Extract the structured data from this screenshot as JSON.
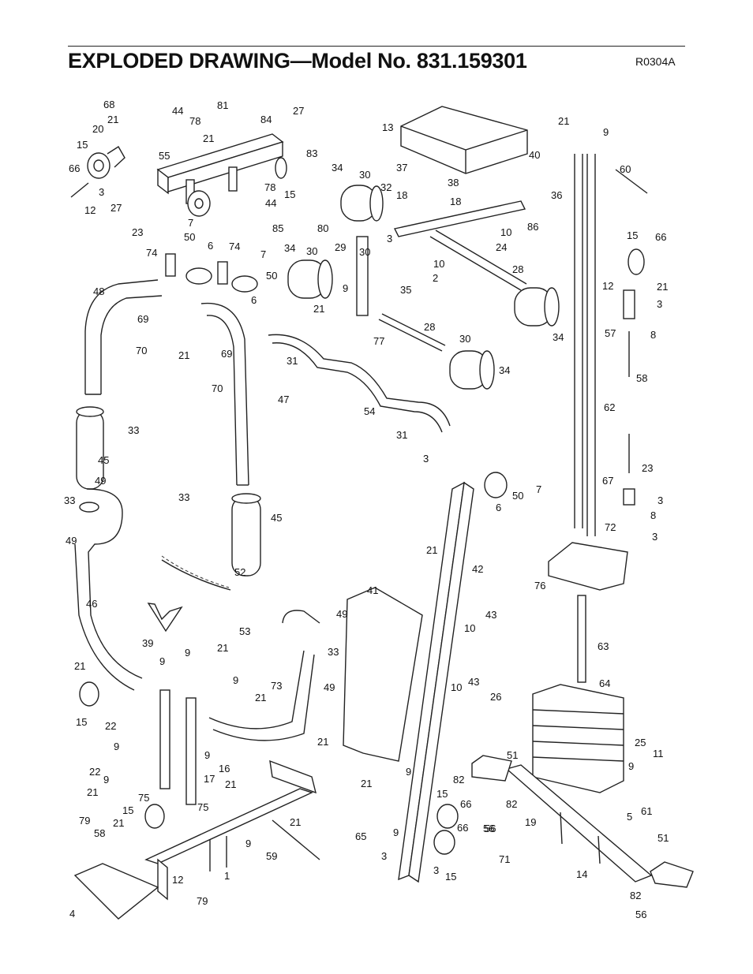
{
  "header": {
    "title": "EXPLODED DRAWING—Model No. 831.159301",
    "code": "R0304A"
  },
  "callouts": [
    "68",
    "21",
    "20",
    "15",
    "66",
    "3",
    "12",
    "27",
    "23",
    "55",
    "44",
    "78",
    "21",
    "81",
    "84",
    "27",
    "83",
    "34",
    "78",
    "15",
    "44",
    "85",
    "7",
    "50",
    "74",
    "6",
    "74",
    "7",
    "50",
    "6",
    "34",
    "30",
    "48",
    "69",
    "70",
    "21",
    "69",
    "70",
    "47",
    "13",
    "37",
    "38",
    "40",
    "18",
    "18",
    "32",
    "30",
    "80",
    "3",
    "29",
    "10",
    "24",
    "36",
    "86",
    "10",
    "2",
    "28",
    "30",
    "35",
    "9",
    "21",
    "77",
    "34",
    "31",
    "28",
    "30",
    "34",
    "54",
    "31",
    "21",
    "9",
    "60",
    "15",
    "66",
    "12",
    "21",
    "3",
    "57",
    "8",
    "58",
    "62",
    "23",
    "67",
    "3",
    "72",
    "8",
    "3",
    "76",
    "33",
    "45",
    "49",
    "33",
    "49",
    "33",
    "45",
    "52",
    "46",
    "53",
    "39",
    "49",
    "33",
    "49",
    "73",
    "21",
    "9",
    "15",
    "22",
    "9",
    "21",
    "9",
    "9",
    "21",
    "9",
    "22",
    "9",
    "21",
    "16",
    "17",
    "21",
    "21",
    "75",
    "75",
    "15",
    "21",
    "79",
    "58",
    "4",
    "12",
    "1",
    "79",
    "59",
    "9",
    "21",
    "3",
    "50",
    "6",
    "7",
    "21",
    "42",
    "41",
    "43",
    "10",
    "10",
    "43",
    "26",
    "65",
    "21",
    "9",
    "15",
    "66",
    "9",
    "3",
    "66",
    "3",
    "15",
    "71",
    "56",
    "82",
    "82",
    "51",
    "56",
    "63",
    "64",
    "25",
    "11",
    "9",
    "61",
    "5",
    "19",
    "14",
    "51",
    "82",
    "56"
  ]
}
